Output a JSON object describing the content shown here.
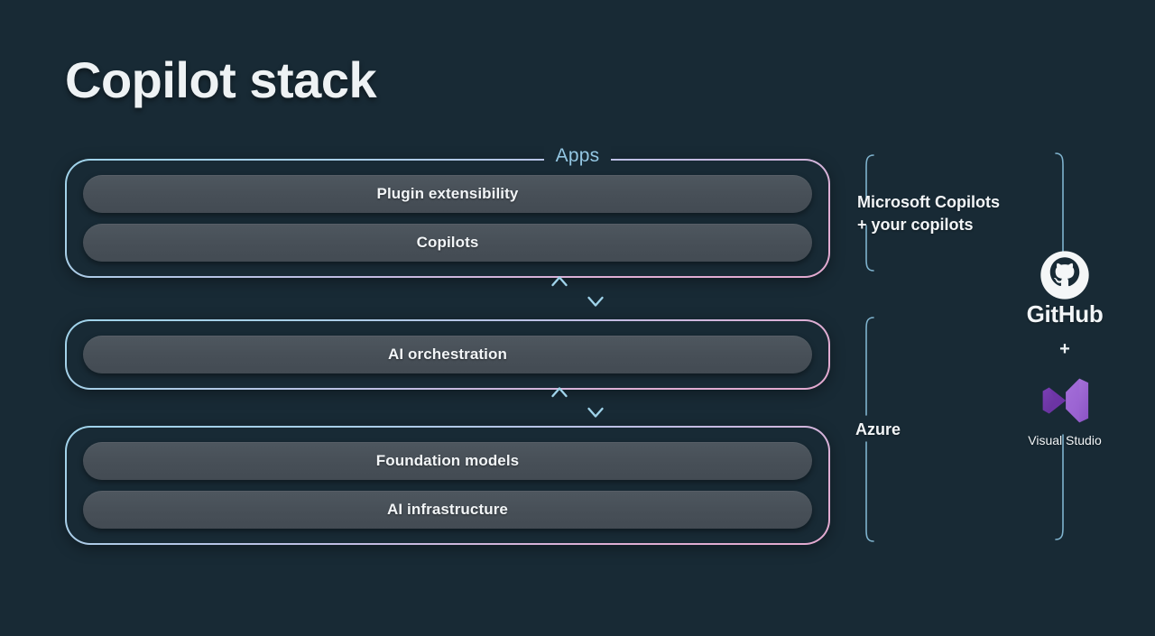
{
  "slide": {
    "title": "Copilot stack",
    "background_color": "#182a35"
  },
  "colors": {
    "background": "#182a35",
    "pill_fill": "#474f57",
    "border_gradient_start": "#9fd3ea",
    "border_gradient_end": "#e3a9cf",
    "accent_blue": "#93c6e2",
    "accent_pink": "#dfa9d0",
    "text_primary": "#f2f5f7",
    "visual_studio_purple": "#8a51c4"
  },
  "stack": {
    "apps_caption": "Apps",
    "layers": [
      {
        "id": "apps",
        "items": [
          {
            "label": "Plugin extensibility"
          },
          {
            "label": "Copilots"
          }
        ]
      },
      {
        "id": "orchestration",
        "items": [
          {
            "label": "AI orchestration"
          }
        ]
      },
      {
        "id": "foundation",
        "items": [
          {
            "label": "Foundation models"
          },
          {
            "label": "AI infrastructure"
          }
        ]
      }
    ],
    "connectors": [
      {
        "icons": [
          "arrow-up-icon",
          "arrow-down-icon"
        ]
      },
      {
        "icons": [
          "arrow-up-icon",
          "arrow-down-icon"
        ]
      }
    ]
  },
  "annotations": {
    "copilots_line1": "Microsoft Copilots",
    "copilots_line2": "+ your copilots",
    "azure": "Azure"
  },
  "products": {
    "plus": "+",
    "github": {
      "icon": "github-octocat-icon",
      "name": "GitHub"
    },
    "visual_studio": {
      "icon": "visual-studio-infinity-icon",
      "name": "Visual Studio"
    }
  }
}
